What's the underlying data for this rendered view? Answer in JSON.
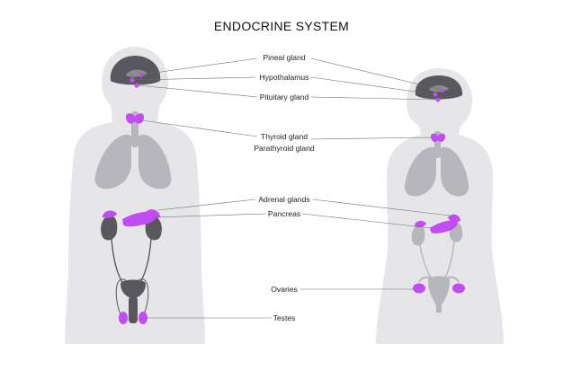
{
  "title": "ENDOCRINE SYSTEM",
  "labels": {
    "pineal": "Pineal gland",
    "hypothalamus": "Hypothalamus",
    "pituitary": "Pituitary gland",
    "thyroid": "Thyroid gland",
    "parathyroid": "Parathyroid gland",
    "adrenal": "Adrenal glands",
    "pancreas": "Pancreas",
    "ovaries": "Ovaries",
    "testes": "Testes"
  },
  "colors": {
    "gland": "#c14cf2",
    "body": "#e6e6e8",
    "organ_light": "#b6b6bc",
    "organ_dark": "#58585e"
  }
}
